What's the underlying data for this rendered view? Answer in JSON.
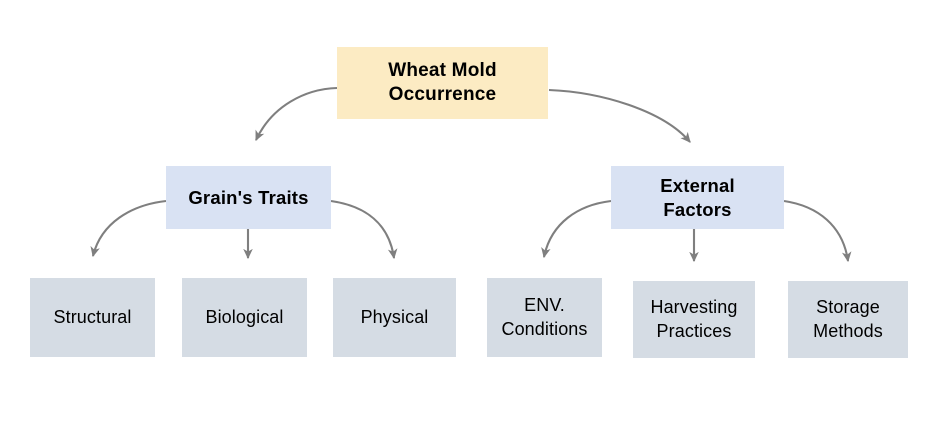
{
  "diagram": {
    "title": "Wheat Mold Occurrence",
    "type": "hierarchy-tree",
    "colors": {
      "root_fill": "#FCEBC3",
      "branch_fill": "#D9E2F3",
      "leaf_fill": "#D5DCE4",
      "connector": "#7F7F7F",
      "text": "#000000",
      "background": "#FFFFFF"
    },
    "nodes": {
      "root": {
        "label": "Wheat Mold\nOccurrence",
        "level": 0
      },
      "branch_left": {
        "label": "Grain's Traits",
        "level": 1
      },
      "branch_right": {
        "label": "External\nFactors",
        "level": 1
      },
      "leaf_structural": {
        "label": "Structural",
        "level": 2
      },
      "leaf_biological": {
        "label": "Biological",
        "level": 2
      },
      "leaf_physical": {
        "label": "Physical",
        "level": 2
      },
      "leaf_env_conditions": {
        "label": "ENV.\nConditions",
        "level": 2
      },
      "leaf_harvesting": {
        "label": "Harvesting\nPractices",
        "level": 2
      },
      "leaf_storage": {
        "label": "Storage\nMethods",
        "level": 2
      }
    },
    "edges": [
      {
        "from": "root",
        "to": "branch_left",
        "style": "curved-arrow"
      },
      {
        "from": "root",
        "to": "branch_right",
        "style": "curved-arrow"
      },
      {
        "from": "branch_left",
        "to": "leaf_structural",
        "style": "curved-arrow"
      },
      {
        "from": "branch_left",
        "to": "leaf_biological",
        "style": "straight-arrow"
      },
      {
        "from": "branch_left",
        "to": "leaf_physical",
        "style": "curved-arrow"
      },
      {
        "from": "branch_right",
        "to": "leaf_env_conditions",
        "style": "curved-arrow"
      },
      {
        "from": "branch_right",
        "to": "leaf_harvesting",
        "style": "straight-arrow"
      },
      {
        "from": "branch_right",
        "to": "leaf_storage",
        "style": "curved-arrow"
      }
    ]
  }
}
